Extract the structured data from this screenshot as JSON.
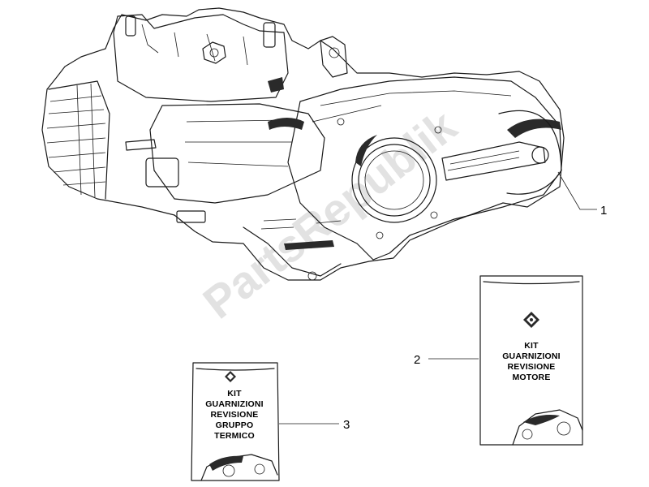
{
  "diagram": {
    "callouts": [
      {
        "number": "1",
        "part": "engine"
      },
      {
        "number": "2",
        "part": "engine-gasket-kit"
      },
      {
        "number": "3",
        "part": "cylinder-gasket-kit"
      }
    ],
    "kit_2": {
      "lines": [
        "KIT",
        "GUARNIZIONI",
        "REVISIONE",
        "MOTORE"
      ]
    },
    "kit_3": {
      "lines": [
        "KIT",
        "GUARNIZIONI",
        "REVISIONE",
        "GRUPPO",
        "TERMICO"
      ]
    },
    "watermark": "PartsRepublik"
  }
}
